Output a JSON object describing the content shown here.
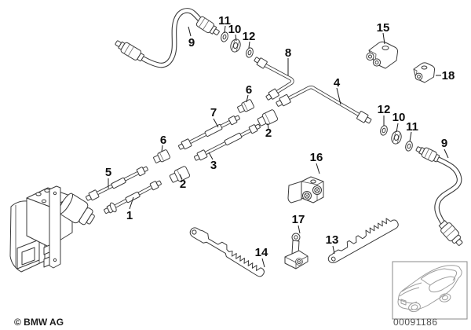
{
  "callouts": [
    {
      "label": "9"
    },
    {
      "label": "11"
    },
    {
      "label": "10"
    },
    {
      "label": "12"
    },
    {
      "label": "8"
    },
    {
      "label": "4"
    },
    {
      "label": "15"
    },
    {
      "label": "18"
    },
    {
      "label": "6"
    },
    {
      "label": "2"
    },
    {
      "label": "7"
    },
    {
      "label": "3"
    },
    {
      "label": "6"
    },
    {
      "label": "2"
    },
    {
      "label": "5"
    },
    {
      "label": "1"
    },
    {
      "label": "12"
    },
    {
      "label": "10"
    },
    {
      "label": "11"
    },
    {
      "label": "9"
    },
    {
      "label": "16"
    },
    {
      "label": "17"
    },
    {
      "label": "14"
    },
    {
      "label": "13"
    }
  ],
  "footer": {
    "copyright": "© BMW AG",
    "image_number": "00091186"
  }
}
